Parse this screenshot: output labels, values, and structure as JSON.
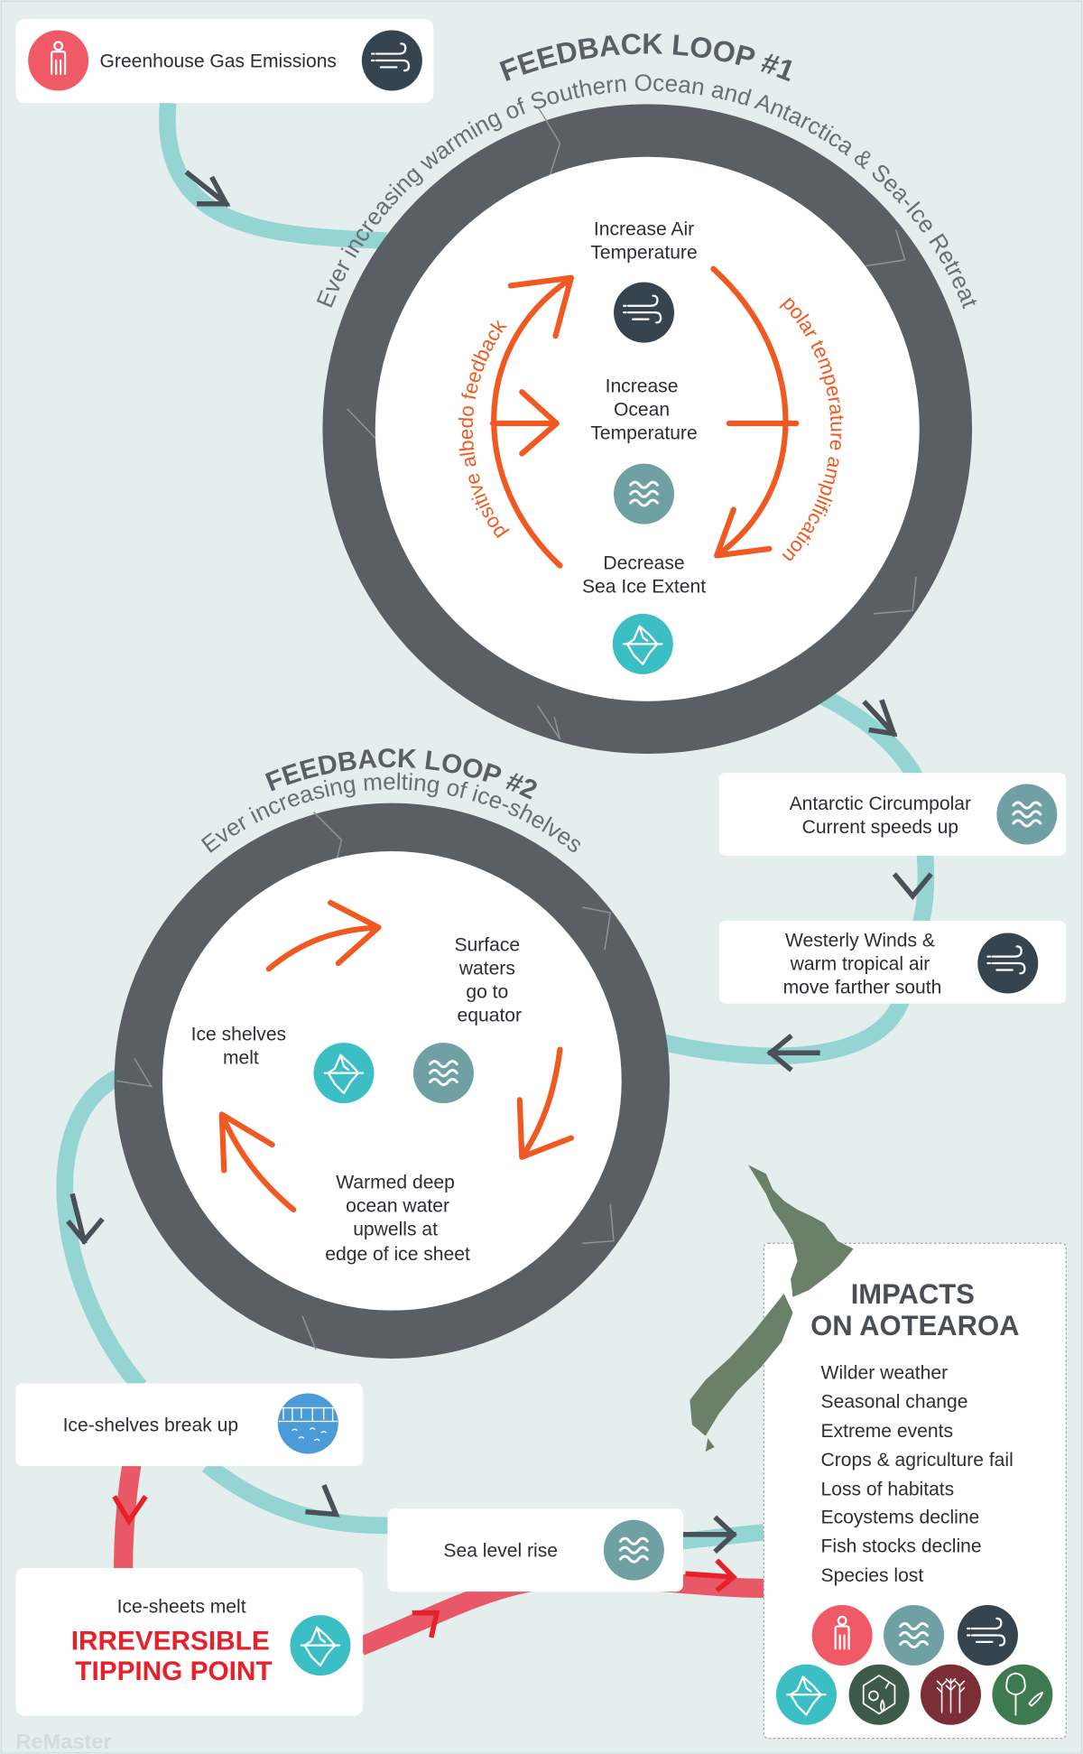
{
  "source": {
    "label": "Greenhouse Gas Emissions"
  },
  "loop1": {
    "title": "FEEDBACK LOOP #1",
    "subtitle": "Ever increasing warming of Southern Ocean and Antarctica & Sea-Ice Retreat",
    "left_label": "positive albedo feedback",
    "right_label": "polar temperature amplification",
    "step1": [
      "Increase Air",
      "Temperature"
    ],
    "step2": [
      "Increase",
      "Ocean",
      "Temperature"
    ],
    "step3": [
      "Decrease",
      "Sea Ice Extent"
    ]
  },
  "boxes": {
    "acc": [
      "Antarctic Circumpolar",
      "Current speeds up"
    ],
    "westerly": [
      "Westerly Winds &",
      "warm tropical air",
      "move farther south"
    ],
    "shelves_break": "Ice-shelves break up",
    "sea_level": "Sea level rise",
    "sheets_melt": "Ice-sheets melt",
    "tipping": [
      "IRREVERSIBLE",
      "TIPPING POINT"
    ]
  },
  "loop2": {
    "title": "FEEDBACK LOOP #2",
    "subtitle": "Ever increasing melting of ice-shelves",
    "step1": [
      "Surface",
      "waters",
      "go to",
      "equator"
    ],
    "step2": [
      "Ice shelves",
      "melt"
    ],
    "step3": [
      "Warmed deep",
      "ocean water",
      "upwells at",
      "edge of ice sheet"
    ]
  },
  "impacts": {
    "title": [
      "IMPACTS",
      "ON AOTEAROA"
    ],
    "items": [
      "Wilder weather",
      "Seasonal change",
      "Extreme events",
      "Crops & agriculture fail",
      "Loss of habitats",
      "Ecoystems decline",
      "Fish stocks decline",
      "Species lost"
    ],
    "icons": [
      "person-icon",
      "waves-icon",
      "wind-icon",
      "iceberg-icon",
      "ecosystem-icon",
      "crops-icon",
      "tree-fish-icon"
    ]
  },
  "watermark": "ReMaster",
  "colors": {
    "background": "#e3eeed",
    "ring": "#5a5f66",
    "arrow_orange": "#f05a22",
    "flow_teal": "#94d5d3",
    "flow_red": "#e85866",
    "tipping_red": "#e8202a",
    "person": "#ef5a66",
    "waves": "#6fa0a3",
    "wind": "#36444f",
    "iceberg": "#3bbfc5",
    "ice_shelf": "#4a9bd8",
    "ecosystem": "#3e5a48",
    "crops": "#7c2e36",
    "tree": "#3d7a50",
    "map": "#6b8068"
  }
}
